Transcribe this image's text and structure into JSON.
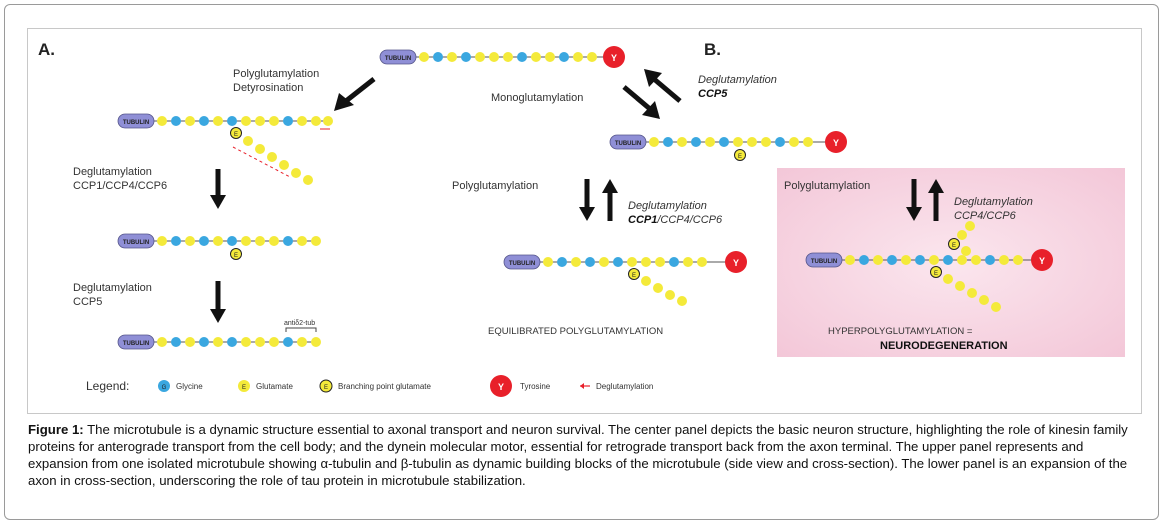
{
  "figure": {
    "panel_a": "A.",
    "panel_b": "B.",
    "tubulin": "TUBULIN",
    "glu": "E",
    "gly": "G",
    "tyr": "Y",
    "branch": "E",
    "a_poly_line1": "Polyglutamylation",
    "a_poly_line2": "Detyrosination",
    "a_deglu1_line1": "Deglutamylation",
    "a_deglu1_line2": "CCP1/CCP4/CCP6",
    "a_deglu2_line1": "Deglutamylation",
    "a_deglu2_line2": "CCP5",
    "a_antibody": "antiδ2-tub",
    "b_mono": "Monoglutamylation",
    "b_deglu_top_line1": "Deglutamylation",
    "b_deglu_top_line2": "CCP5",
    "b_poly_mid": "Polyglutamylation",
    "b_deglu_mid_line1": "Deglutamylation",
    "b_deglu_mid_bold": "CCP1",
    "b_deglu_mid_rest": "/CCP4/CCP6",
    "b_equil": "EQUILIBRATED POLYGLUTAMYLATION",
    "b_poly_right": "Polyglutamylation",
    "b_deglu_right_line1": "Deglutamylation",
    "b_deglu_right_line2": "CCP4/CCP6",
    "b_hyper_line1": "HYPERPOLYGLUTAMYLATION =",
    "b_hyper_line2": "NEURODEGENERATION",
    "legend": {
      "title": "Legend:",
      "glycine": "Glycine",
      "glutamate": "Glutamate",
      "branching": "Branching point glutamate",
      "tyrosine": "Tyrosine",
      "deglutamylation": "Deglutamylation"
    }
  },
  "caption": {
    "label": "Figure 1:",
    "text": " The microtubule is a dynamic structure essential to axonal transport and neuron survival.  The center panel depicts the basic neuron structure, highlighting the role of kinesin family proteins for anterograde transport from the cell body; and the dynein molecular motor, essential for retrograde transport back from the axon terminal.  The upper panel represents and expansion from one isolated microtubule showing α-tubulin and β-tubulin as dynamic building blocks of the microtubule (side view and cross-section).  The lower panel is an expansion of the axon in cross-section, underscoring the role of tau protein in microtubule stabilization."
  },
  "colors": {
    "tubulin": "#8f8fd6",
    "glutamate": "#f4ea3a",
    "glycine": "#3aa7e0",
    "tyrosine": "#e8202a",
    "arrow": "#111111",
    "pink_panel": "#f7d5e3"
  }
}
